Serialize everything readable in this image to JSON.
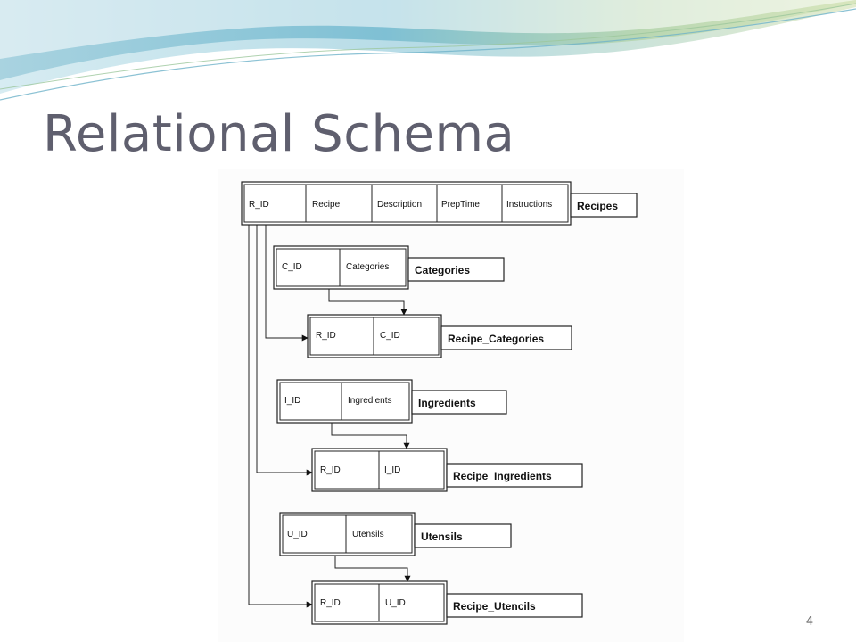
{
  "slide": {
    "title": "Relational Schema",
    "page_number": "4"
  },
  "tables": {
    "recipes": {
      "name": "Recipes",
      "fields": [
        "R_ID",
        "Recipe",
        "Description",
        "PrepTime",
        "Instructions"
      ]
    },
    "categories": {
      "name": "Categories",
      "fields": [
        "C_ID",
        "Categories"
      ]
    },
    "recipe_categories": {
      "name": "Recipe_Categories",
      "fields": [
        "R_ID",
        "C_ID"
      ]
    },
    "ingredients": {
      "name": "Ingredients",
      "fields": [
        "I_ID",
        "Ingredients"
      ]
    },
    "recipe_ingredients": {
      "name": "Recipe_Ingredients",
      "fields": [
        "R_ID",
        "I_ID"
      ]
    },
    "utensils": {
      "name": "Utensils",
      "fields": [
        "U_ID",
        "Utensils"
      ]
    },
    "recipe_utencils": {
      "name": "Recipe_Utencils",
      "fields": [
        "R_ID",
        "U_ID"
      ]
    }
  },
  "colors": {
    "title": "#5f5f6e",
    "wave_teal": "#8fc7d8",
    "wave_green": "#c8dca4",
    "line": "#222222"
  }
}
